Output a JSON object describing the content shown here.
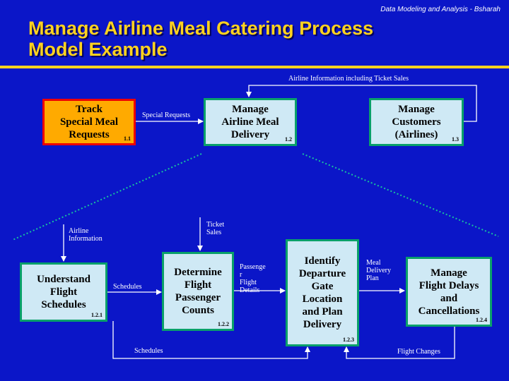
{
  "header_note": "Data Modeling and Analysis - Bsharah",
  "title": {
    "line1": "Manage Airline Meal Catering Process",
    "line2": "Model Example"
  },
  "colors": {
    "background": "#0b16c8",
    "title": "#ffd21f",
    "box_fill": "#cfe9f5",
    "box_border": "#0aa06a",
    "highlight_fill": "#ffaa00",
    "highlight_border": "#ee0000"
  },
  "top_level": [
    {
      "lines": [
        "Track",
        "Special Meal",
        "Requests"
      ],
      "number": "1.1"
    },
    {
      "lines": [
        "Manage",
        "Airline Meal",
        "Delivery"
      ],
      "number": "1.2"
    },
    {
      "lines": [
        "Manage",
        "Customers",
        "(Airlines)"
      ],
      "number": "1.3"
    }
  ],
  "sub_processes": [
    {
      "lines": [
        "Understand",
        "Flight",
        "Schedules"
      ],
      "number": "1.2.1"
    },
    {
      "lines": [
        "Determine",
        "Flight",
        "Passenger",
        "Counts"
      ],
      "number": "1.2.2"
    },
    {
      "lines": [
        "Identify",
        "Departure",
        "Gate",
        "Location",
        "and Plan",
        "Delivery"
      ],
      "number": "1.2.3"
    },
    {
      "lines": [
        "Manage",
        "Flight Delays",
        "and",
        "Cancellations"
      ],
      "number": "1.2.4"
    }
  ],
  "flows": {
    "airline_info_ticket_sales": "Airline Information including Ticket Sales",
    "special_requests": "Special Requests",
    "airline_information": [
      "Airline",
      "Information"
    ],
    "ticket_sales": [
      "Ticket",
      "Sales"
    ],
    "schedules_1": "Schedules",
    "passenger_flight_details": [
      "Passenge",
      "r",
      "Flight",
      "Details"
    ],
    "meal_delivery_plan": [
      "Meal",
      "Delivery",
      "Plan"
    ],
    "schedules_2": "Schedules",
    "flight_changes": "Flight Changes"
  }
}
